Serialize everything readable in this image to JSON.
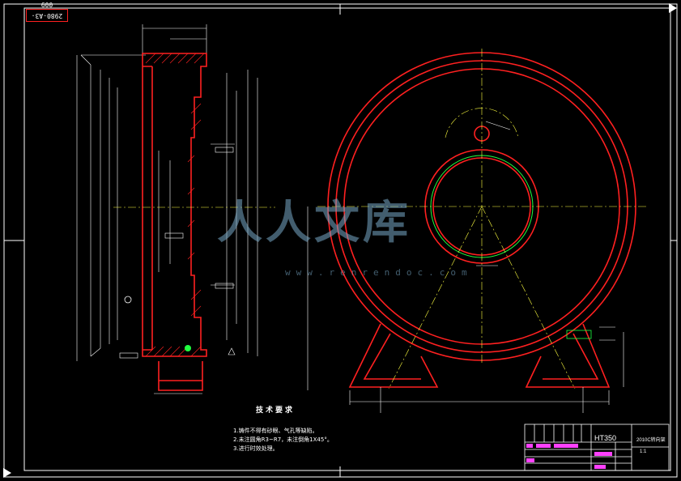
{
  "drawing_number": "2980-A3-009",
  "tech_requirements": {
    "title": "技术要求",
    "items": [
      "1.铸件不得有砂眼、气孔等缺陷。",
      "2.未注圆角R3~R7，未注倒角1X45°。",
      "3.进行时效处理。"
    ]
  },
  "title_block": {
    "material": "HT350",
    "part_name": "2010C转向架",
    "scale_label": "1:1"
  },
  "watermark": {
    "text": "人人文库",
    "url": "www.renrendoc.com"
  },
  "colors": {
    "background": "#000000",
    "outline": "#ff2020",
    "centerline": "#ffff40",
    "dimension": "#ffffff",
    "green": "#20ff40",
    "magenta": "#ff40ff"
  }
}
